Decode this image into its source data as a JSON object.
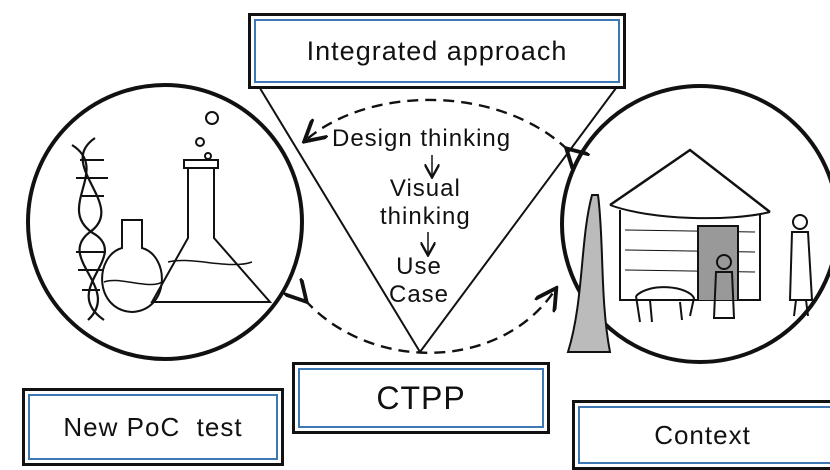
{
  "labels": {
    "top": "Integrated approach",
    "bottom": "CTPP",
    "left": "New PoC  test",
    "right": "Context"
  },
  "flow": {
    "step1": "Design thinking",
    "step2_line1": "Visual",
    "step2_line2": "thinking",
    "step3_line1": "Use",
    "step3_line2": "Case"
  },
  "illustrations": {
    "left_circle": "lab-glassware-dna-icon",
    "right_circle": "village-hut-icon"
  },
  "colors": {
    "ink": "#111111",
    "box_inner_border": "#3d78b4",
    "background": "#ffffff"
  }
}
